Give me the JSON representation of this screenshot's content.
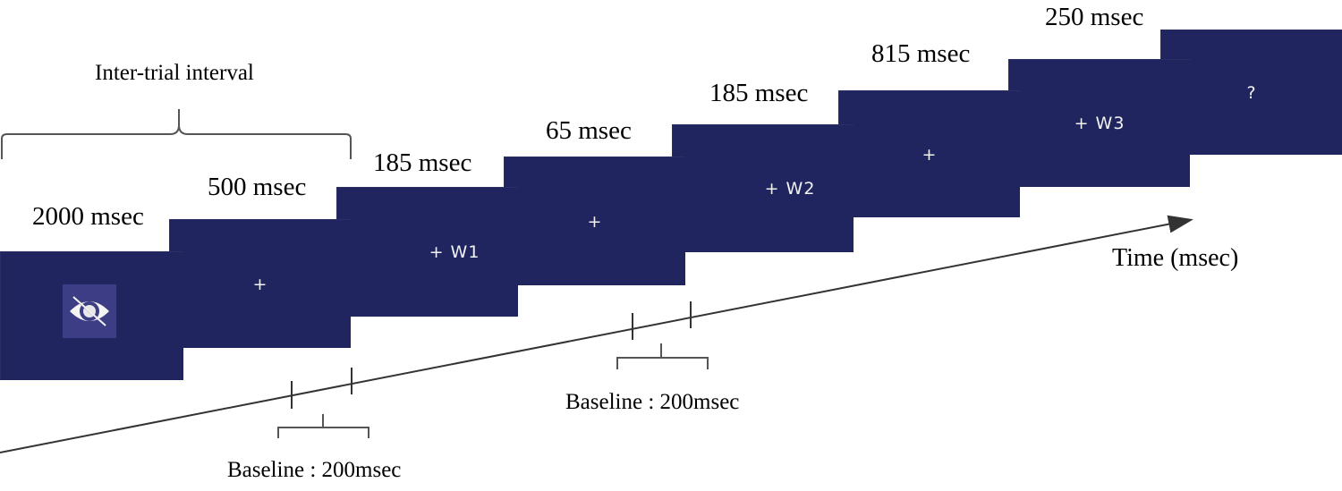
{
  "colors": {
    "screen_bg": "#202560",
    "eye_box": "#3d3d86",
    "line": "#333333"
  },
  "icons": {
    "fixation_eye": "eye-icon"
  },
  "screens": [
    {
      "duration": "2000 msec",
      "content": ""
    },
    {
      "duration": "500 msec",
      "content": "+"
    },
    {
      "duration": "185 msec",
      "content": "+ W1"
    },
    {
      "duration": "65 msec",
      "content": "+"
    },
    {
      "duration": "185 msec",
      "content": "+ W2"
    },
    {
      "duration": "815 msec",
      "content": "+"
    },
    {
      "duration": "250 msec",
      "content": "+ W3"
    },
    {
      "duration": "",
      "content": "?"
    }
  ],
  "labels": {
    "inter_trial": "Inter-trial interval",
    "time_axis": "Time (msec)",
    "baseline_1": "Baseline : 200msec",
    "baseline_2": "Baseline : 200msec"
  }
}
